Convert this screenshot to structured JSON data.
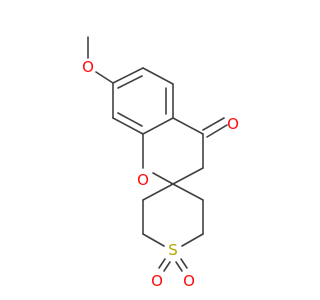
{
  "molecule": {
    "atoms": [
      {
        "id": "O_methoxy",
        "symbol": "O",
        "color": "#ff0d0d"
      },
      {
        "id": "O_ketone",
        "symbol": "O",
        "color": "#ff0d0d"
      },
      {
        "id": "O_ring",
        "symbol": "O",
        "color": "#ff0d0d"
      },
      {
        "id": "S",
        "symbol": "S",
        "color": "#b5a600"
      },
      {
        "id": "O_sulfonyl_left",
        "symbol": "O",
        "color": "#ff0d0d"
      },
      {
        "id": "O_sulfonyl_right",
        "symbol": "O",
        "color": "#ff0d0d"
      }
    ],
    "bond_color": "#404040"
  }
}
